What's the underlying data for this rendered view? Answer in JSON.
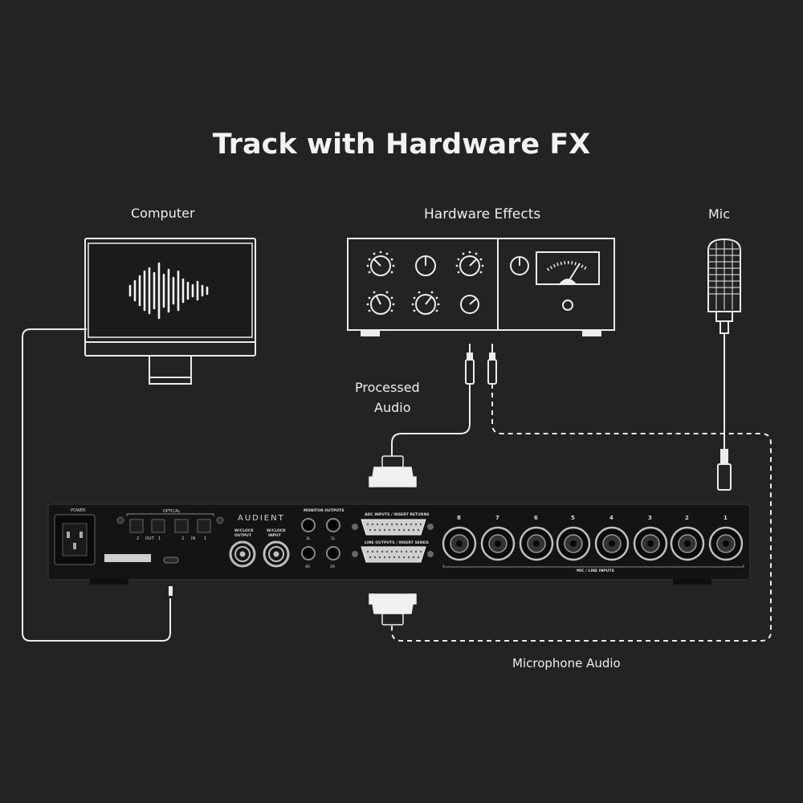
{
  "title": "Track with Hardware FX",
  "labels": {
    "computer": "Computer",
    "hardware_effects": "Hardware Effects",
    "mic": "Mic",
    "processed_line1": "Processed",
    "processed_line2": "Audio",
    "microphone_audio": "Microphone Audio"
  },
  "interface": {
    "brand": "AUDIENT",
    "power": "POWER",
    "optical": "OPTICAL",
    "optical_ports": [
      "2",
      "OUT",
      "1",
      "2",
      "IN",
      "1"
    ],
    "wclock_output": [
      "W/CLOCK",
      "OUTPUT"
    ],
    "wclock_input": [
      "W/CLOCK",
      "INPUT"
    ],
    "monitor_outputs": "MONITOR OUTPUTS",
    "monitor_jacks": [
      "3L",
      "1L",
      "4R",
      "2R"
    ],
    "adc_inputs": "ADC INPUTS  /  INSERT RETURNS",
    "line_outputs": "LINE OUTPUTS  /  INSERT SENDS",
    "mic_line_inputs": "MIC / LINE INPUTS",
    "channels": [
      "8",
      "7",
      "6",
      "5",
      "4",
      "3",
      "2",
      "1"
    ]
  },
  "colors": {
    "background": "#232323",
    "line": "#ececec",
    "panel": "#141414"
  }
}
